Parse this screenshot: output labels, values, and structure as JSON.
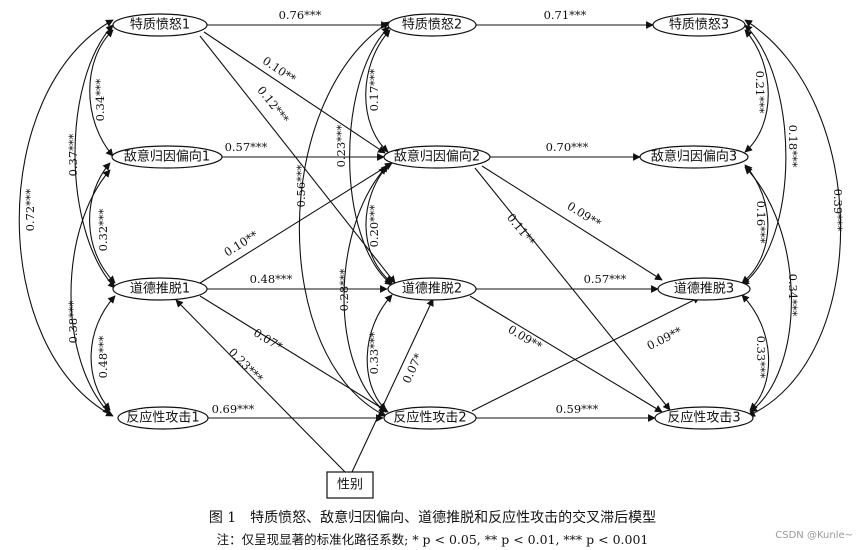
{
  "nodes": {
    "anger1": "特质愤怒1",
    "anger2": "特质愤怒2",
    "anger3": "特质愤怒3",
    "hab1": "敌意归因偏向1",
    "hab2": "敌意归因偏向2",
    "hab3": "敌意归因偏向3",
    "md1": "道德推脱1",
    "md2": "道德推脱2",
    "md3": "道德推脱3",
    "ra1": "反应性攻击1",
    "ra2": "反应性攻击2",
    "ra3": "反应性攻击3",
    "gender": "性别"
  },
  "coefficients": {
    "anger1_anger2": "0.76***",
    "anger2_anger3": "0.71***",
    "anger1_hab2": "0.10**",
    "anger1_md2": "0.12***",
    "hab1_hab2": "0.57***",
    "hab2_hab3": "0.70***",
    "hab2_md3": "0.09**",
    "hab2_ra3": "0.11**",
    "md1_hab2": "0.10**",
    "md1_md2": "0.48***",
    "md2_md3": "0.57***",
    "md1_ra2": "0.07*",
    "md2_ra3": "0.09**",
    "ra1_ra2": "0.69***",
    "ra2_ra3": "0.59***",
    "ra2_md3": "0.09**",
    "gender_md1": "0.23***",
    "gender_md2": "0.07*",
    "c1_anger_hab": "0.34***",
    "c1_anger_md": "0.37***",
    "c1_anger_ra": "0.72***",
    "c1_hab_md": "0.32***",
    "c1_hab_ra": "0.38***",
    "c1_md_ra": "0.48***",
    "c2_anger_hab": "0.17***",
    "c2_anger_md": "0.23***",
    "c2_anger_ra": "0.56***",
    "c2_hab_md": "0.20***",
    "c2_hab_ra": "0.28***",
    "c2_md_ra": "0.33***",
    "c3_anger_hab": "0.21***",
    "c3_anger_md": "0.18***",
    "c3_anger_ra": "0.39***",
    "c3_hab_md": "0.16***",
    "c3_md_ra": "0.33***",
    "c3_hab_ra": "0.34***"
  },
  "caption": {
    "title": "图 1　特质愤怒、敌意归因偏向、道德推脱和反应性攻击的交叉滞后模型",
    "note": "注：仅呈现显著的标准化路径系数; * p < 0.05, ** p < 0.01, *** p < 0.001"
  },
  "watermark": "CSDN @Kunle~"
}
